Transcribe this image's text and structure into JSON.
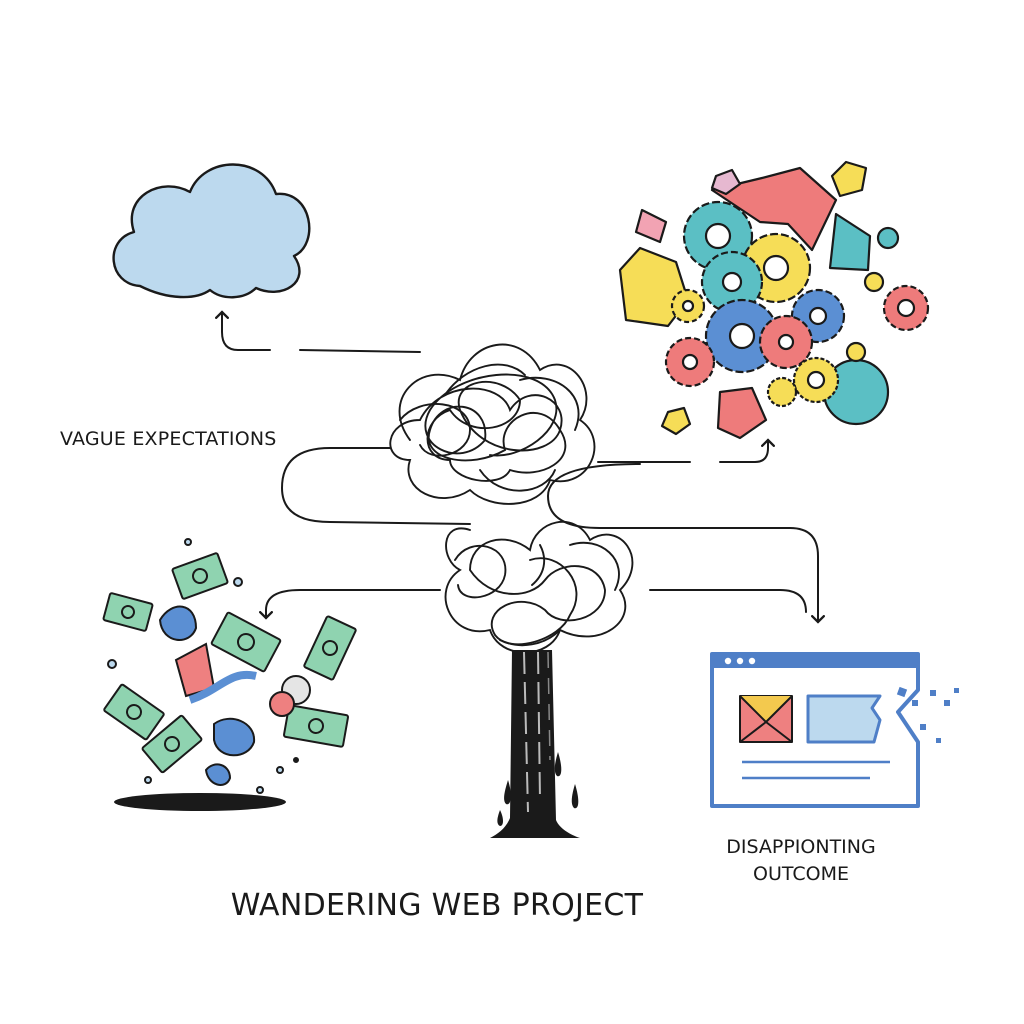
{
  "labels": {
    "vague_expectations": "VAGUE EXPECTATIONS",
    "disappointing_outcome_line1": "DISAPPIONTING",
    "disappointing_outcome_line2": "OUTCOME",
    "title": "WANDERING WEB PROJECT"
  },
  "icons": {
    "cloud": "cloud-icon",
    "gears": "gears-cluster-icon",
    "money": "money-bills-icon",
    "webpage": "broken-webpage-icon",
    "tangle": "scribble-tangle-icon",
    "drain": "dripping-trunk-icon"
  },
  "colors": {
    "ink": "#1a1a1a",
    "cloud_fill": "#bcd9ee",
    "money_green": "#8fd3b0",
    "browser_blue": "#4f7fc7",
    "image_red": "#ee8080",
    "image_yellow": "#f3c94e",
    "gear_teal": "#5bbfc4",
    "gear_blue": "#5b8fd3",
    "gear_red": "#ee7b7b",
    "gear_yellow": "#f6dd57"
  }
}
